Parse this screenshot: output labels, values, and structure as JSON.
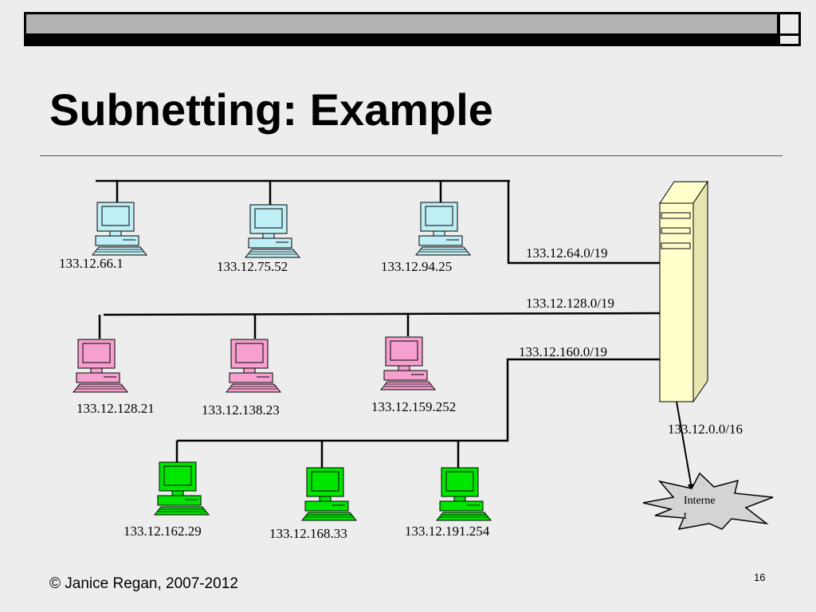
{
  "slide": {
    "title": "Subnetting: Example",
    "footer": "© Janice Regan, 2007-2012",
    "page_number": "16"
  },
  "subnets": [
    {
      "label": "133.12.64.0/19",
      "color": "#bfeff6",
      "hosts": [
        "133.12.66.1",
        "133.12.75.52",
        "133.12.94.25"
      ]
    },
    {
      "label": "133.12.128.0/19",
      "color": "#f6a0cf",
      "hosts": [
        "133.12.128.21",
        "133.12.138.23",
        "133.12.159.252"
      ]
    },
    {
      "label": "133.12.160.0/19",
      "color": "#00e600",
      "hosts": [
        "133.12.162.29",
        "133.12.168.33",
        "133.12.191.254"
      ]
    }
  ],
  "router": {
    "label": "133.12.0.0/16",
    "color": "#ffffcc"
  },
  "internet": {
    "label_line1": "Interne",
    "label_line2": "t"
  }
}
